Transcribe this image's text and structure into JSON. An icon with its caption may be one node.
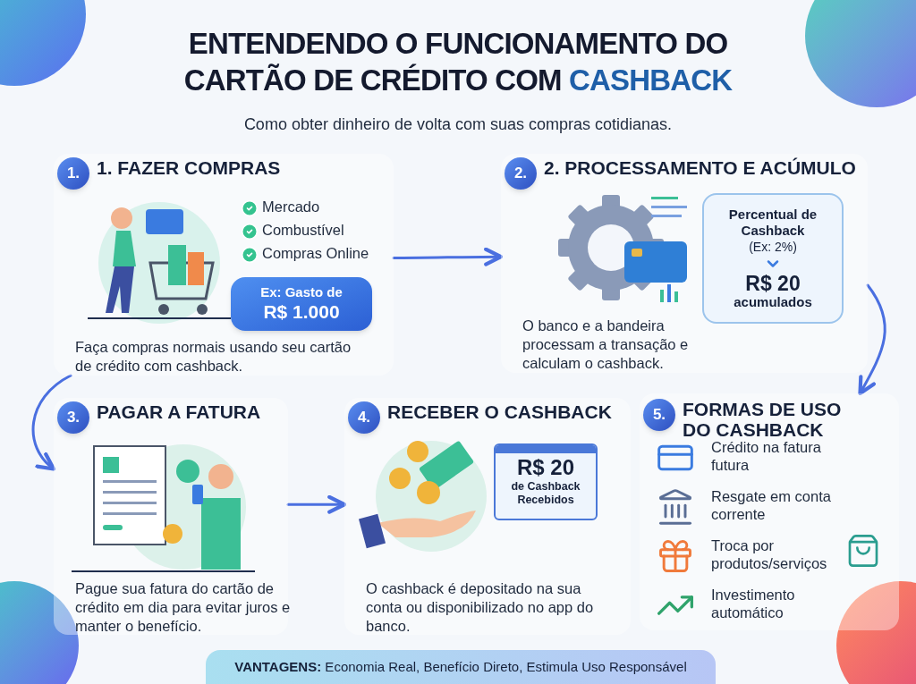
{
  "diagram": {
    "title": "ENTENDENDO O FUNCIONAMENTO DO CARTÃO DE CRÉDITO COM CASHBACK",
    "nodes": [
      {
        "text": [
          "1. FAZER COMPRAS",
          "Faça compras normais usando seu cartão de crédito com cashback."
        ]
      },
      {
        "text": [
          "1."
        ],
        "in": 0
      },
      {
        "text": [
          "Ex: Gasto de",
          "R$ 1.000"
        ],
        "in": 0
      },
      {
        "text": [
          "2. PROCESSAMENTO E ACÚMULO",
          "O banco e a bandeira processam a transação e calculam o cashback."
        ]
      },
      {
        "text": [
          "2."
        ],
        "in": 3
      },
      {
        "text": [
          "Percentual de Cashback",
          "(Ex: 2%)",
          "R$ 20",
          "acumulados"
        ],
        "in": 3
      },
      {
        "text": [
          "PAGAR A FATURA",
          "Pague sua fatura do cartão de crédito em dia para evitar juros e manter o benefício."
        ]
      },
      {
        "text": [
          "3."
        ],
        "in": 6
      },
      {
        "text": [
          "RECEBER O CASHBACK",
          "O cashback é depositado na sua conta ou disponibilizado no app do banco."
        ]
      },
      {
        "text": [
          "4."
        ],
        "in": 8
      },
      {
        "text": [
          "R$ 20",
          "de Cashback Recebidos"
        ],
        "in": 8
      },
      {
        "text": [
          "FORMAS DE USO DO CASHBACK"
        ]
      },
      {
        "text": [
          "5."
        ],
        "in": 11
      },
      {
        "text": [
          "**VANTAGENS:** Economia Real, Benefício Direto, Estimula Uso Responsável"
        ]
      }
    ],
    "edges": [
      {
        "from": 0,
        "to": 3,
        "arrow": "to"
      },
      {
        "from": 3,
        "to": 11,
        "arrow": "to"
      },
      {
        "from": 0,
        "to": 6,
        "arrow": "to"
      },
      {
        "from": 6,
        "to": 8,
        "arrow": "to"
      }
    ],
    "labels": [
      "Como obter dinheiro de volta com suas compras cotidianas.",
      "Mercado",
      "Combustível",
      "Compras Online",
      "Crédito na fatura futura",
      "Resgate em conta corrente",
      "Troca por produtos/serviços",
      "Investimento automático"
    ]
  }
}
